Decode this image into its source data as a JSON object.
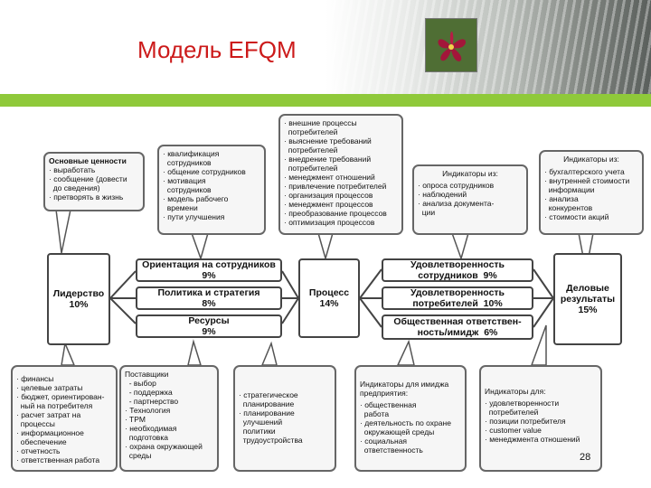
{
  "slide": {
    "title": "Модель EFQM",
    "page_number": "28",
    "accent_color": "#8fc93a",
    "title_color": "#cc1a1a"
  },
  "top_notes": {
    "values": {
      "title": "Основные ценности",
      "items": [
        "· выработать",
        "· сообщение (довести",
        "  до сведения)",
        "· претворять в жизнь"
      ]
    },
    "people": {
      "items": [
        "· квалификация",
        "  сотрудников",
        "· общение сотрудников",
        "· мотивация",
        "  сотрудников",
        "· модель рабочего",
        "  времени",
        "· пути улучшения"
      ]
    },
    "processes": {
      "items": [
        "· внешние процессы",
        "  потребителей",
        "· выяснение требований",
        "  потребителей",
        "· внедрение требований",
        "  потребителей",
        "· менеджмент отношений",
        "· привлечение потребителей",
        "· организация процессов",
        "· менеджмент процессов",
        "· преобразование процессов",
        "· оптимизация процессов"
      ]
    },
    "indicators_people": {
      "title": "Индикаторы из:",
      "items": [
        "· опроса сотрудников",
        "· наблюдений",
        "· анализа документа-",
        "  ции"
      ]
    },
    "indicators_results": {
      "title": "Индикаторы из:",
      "items": [
        "· бухгалтерского учета",
        "· внутренней стоимости",
        "  информации",
        "· анализа",
        "  конкурентов",
        "· стоимости акций"
      ]
    }
  },
  "model": {
    "leadership": [
      "Лидерство",
      "10%"
    ],
    "people": [
      "Ориентация на сотрудников",
      "9%"
    ],
    "policy": [
      "Политика и стратегия",
      "8%"
    ],
    "resources": [
      "Ресурсы",
      "9%"
    ],
    "process": [
      "Процесс",
      "14%"
    ],
    "people_satisfaction": [
      "Удовлетворенность",
      "сотрудников  9%"
    ],
    "customer_satisfaction": [
      "Удовлетворенность",
      "потребителей  10%"
    ],
    "society": [
      "Общественная ответствен-",
      "ность/имидж  6%"
    ],
    "results": [
      "Деловые",
      "результаты",
      "15%"
    ]
  },
  "bottom_notes": {
    "finance": {
      "items": [
        "· финансы",
        "· целевые затраты",
        "· бюджет, ориентирован-",
        "  ный на потребителя",
        "· расчет затрат на",
        "  процессы",
        "· информационное",
        "  обеспечение",
        "· отчетность",
        "· ответственная работа"
      ]
    },
    "suppliers": {
      "title": "Поставщики",
      "items": [
        "  - выбор",
        "  - поддержка",
        "  - партнерство",
        "· Технология",
        "· TPM",
        "· необходимая",
        "  подготовка",
        "· охрана окружающей",
        "  среды"
      ]
    },
    "strategy": {
      "items": [
        "· стратегическое",
        "  планирование",
        "· планирование",
        "  улучшений",
        "  политики",
        "  трудоустройства"
      ]
    },
    "indicators_image": {
      "title": "Индикаторы для имиджа",
      "title2": "предприятия:",
      "items": [
        "· общественная",
        "  работа",
        "· деятельность по охране",
        "  окружающей среды",
        "· социальная",
        "  ответственность"
      ]
    },
    "indicators_for": {
      "title": "Индикаторы для:",
      "items": [
        "· удовлетворенности",
        "  потребителей",
        "· позиции потребителя",
        "· customer value",
        "· менеджмента отношений"
      ]
    }
  }
}
